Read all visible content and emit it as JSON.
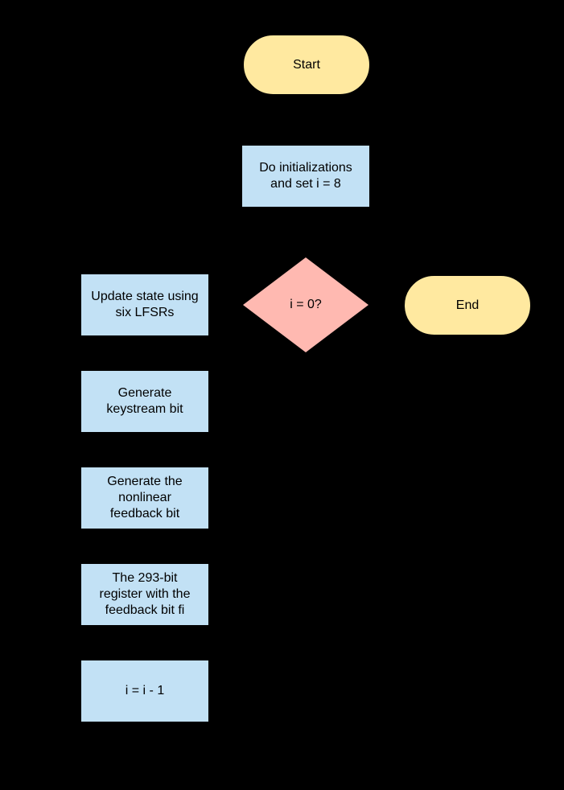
{
  "diagram": {
    "type": "flowchart",
    "background": "#000000",
    "text_color": "#000000",
    "colors": {
      "terminator_fill": "#ffe9a0",
      "process_fill": "#c2e1f5",
      "decision_fill": "#ffb9b1"
    },
    "nodes": {
      "start": {
        "type": "terminator",
        "label": "Start"
      },
      "init": {
        "type": "process",
        "label": "Do initializations\nand set i = 8"
      },
      "decision": {
        "type": "decision",
        "label": "i = 0?"
      },
      "end": {
        "type": "terminator",
        "label": "End"
      },
      "update": {
        "type": "process",
        "label": "Update state using\nsix LFSRs"
      },
      "keystream": {
        "type": "process",
        "label": "Generate\nkeystream bit"
      },
      "nonlinear": {
        "type": "process",
        "label": "Generate the\nnonlinear\nfeedback bit"
      },
      "register": {
        "type": "process",
        "label": "The 293-bit\nregister with the\nfeedback bit fi"
      },
      "decrement": {
        "type": "process",
        "label": "i = i - 1"
      }
    }
  }
}
